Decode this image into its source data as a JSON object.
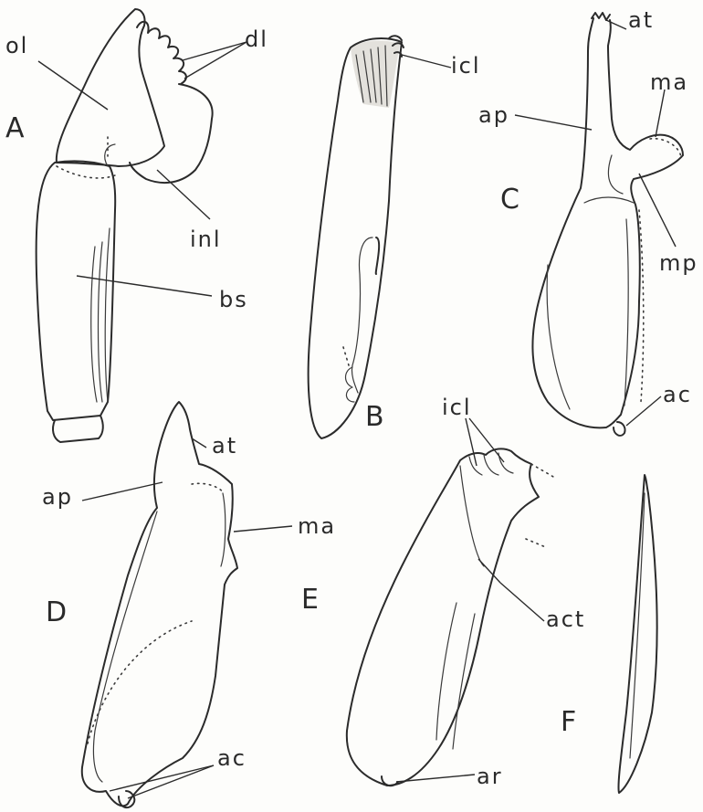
{
  "figure": {
    "panels": [
      {
        "id": "A",
        "letter": "A",
        "labels": [
          "ol",
          "dl",
          "inl",
          "bs"
        ]
      },
      {
        "id": "B",
        "letter": "B",
        "labels": [
          "icl"
        ]
      },
      {
        "id": "C",
        "letter": "C",
        "labels": [
          "at",
          "ma",
          "ap",
          "mp",
          "ac"
        ]
      },
      {
        "id": "D",
        "letter": "D",
        "labels": [
          "at",
          "ap",
          "ma",
          "ac"
        ]
      },
      {
        "id": "E",
        "letter": "E",
        "labels": [
          "icl",
          "act",
          "ar"
        ]
      },
      {
        "id": "F",
        "letter": "F",
        "labels": []
      }
    ]
  }
}
